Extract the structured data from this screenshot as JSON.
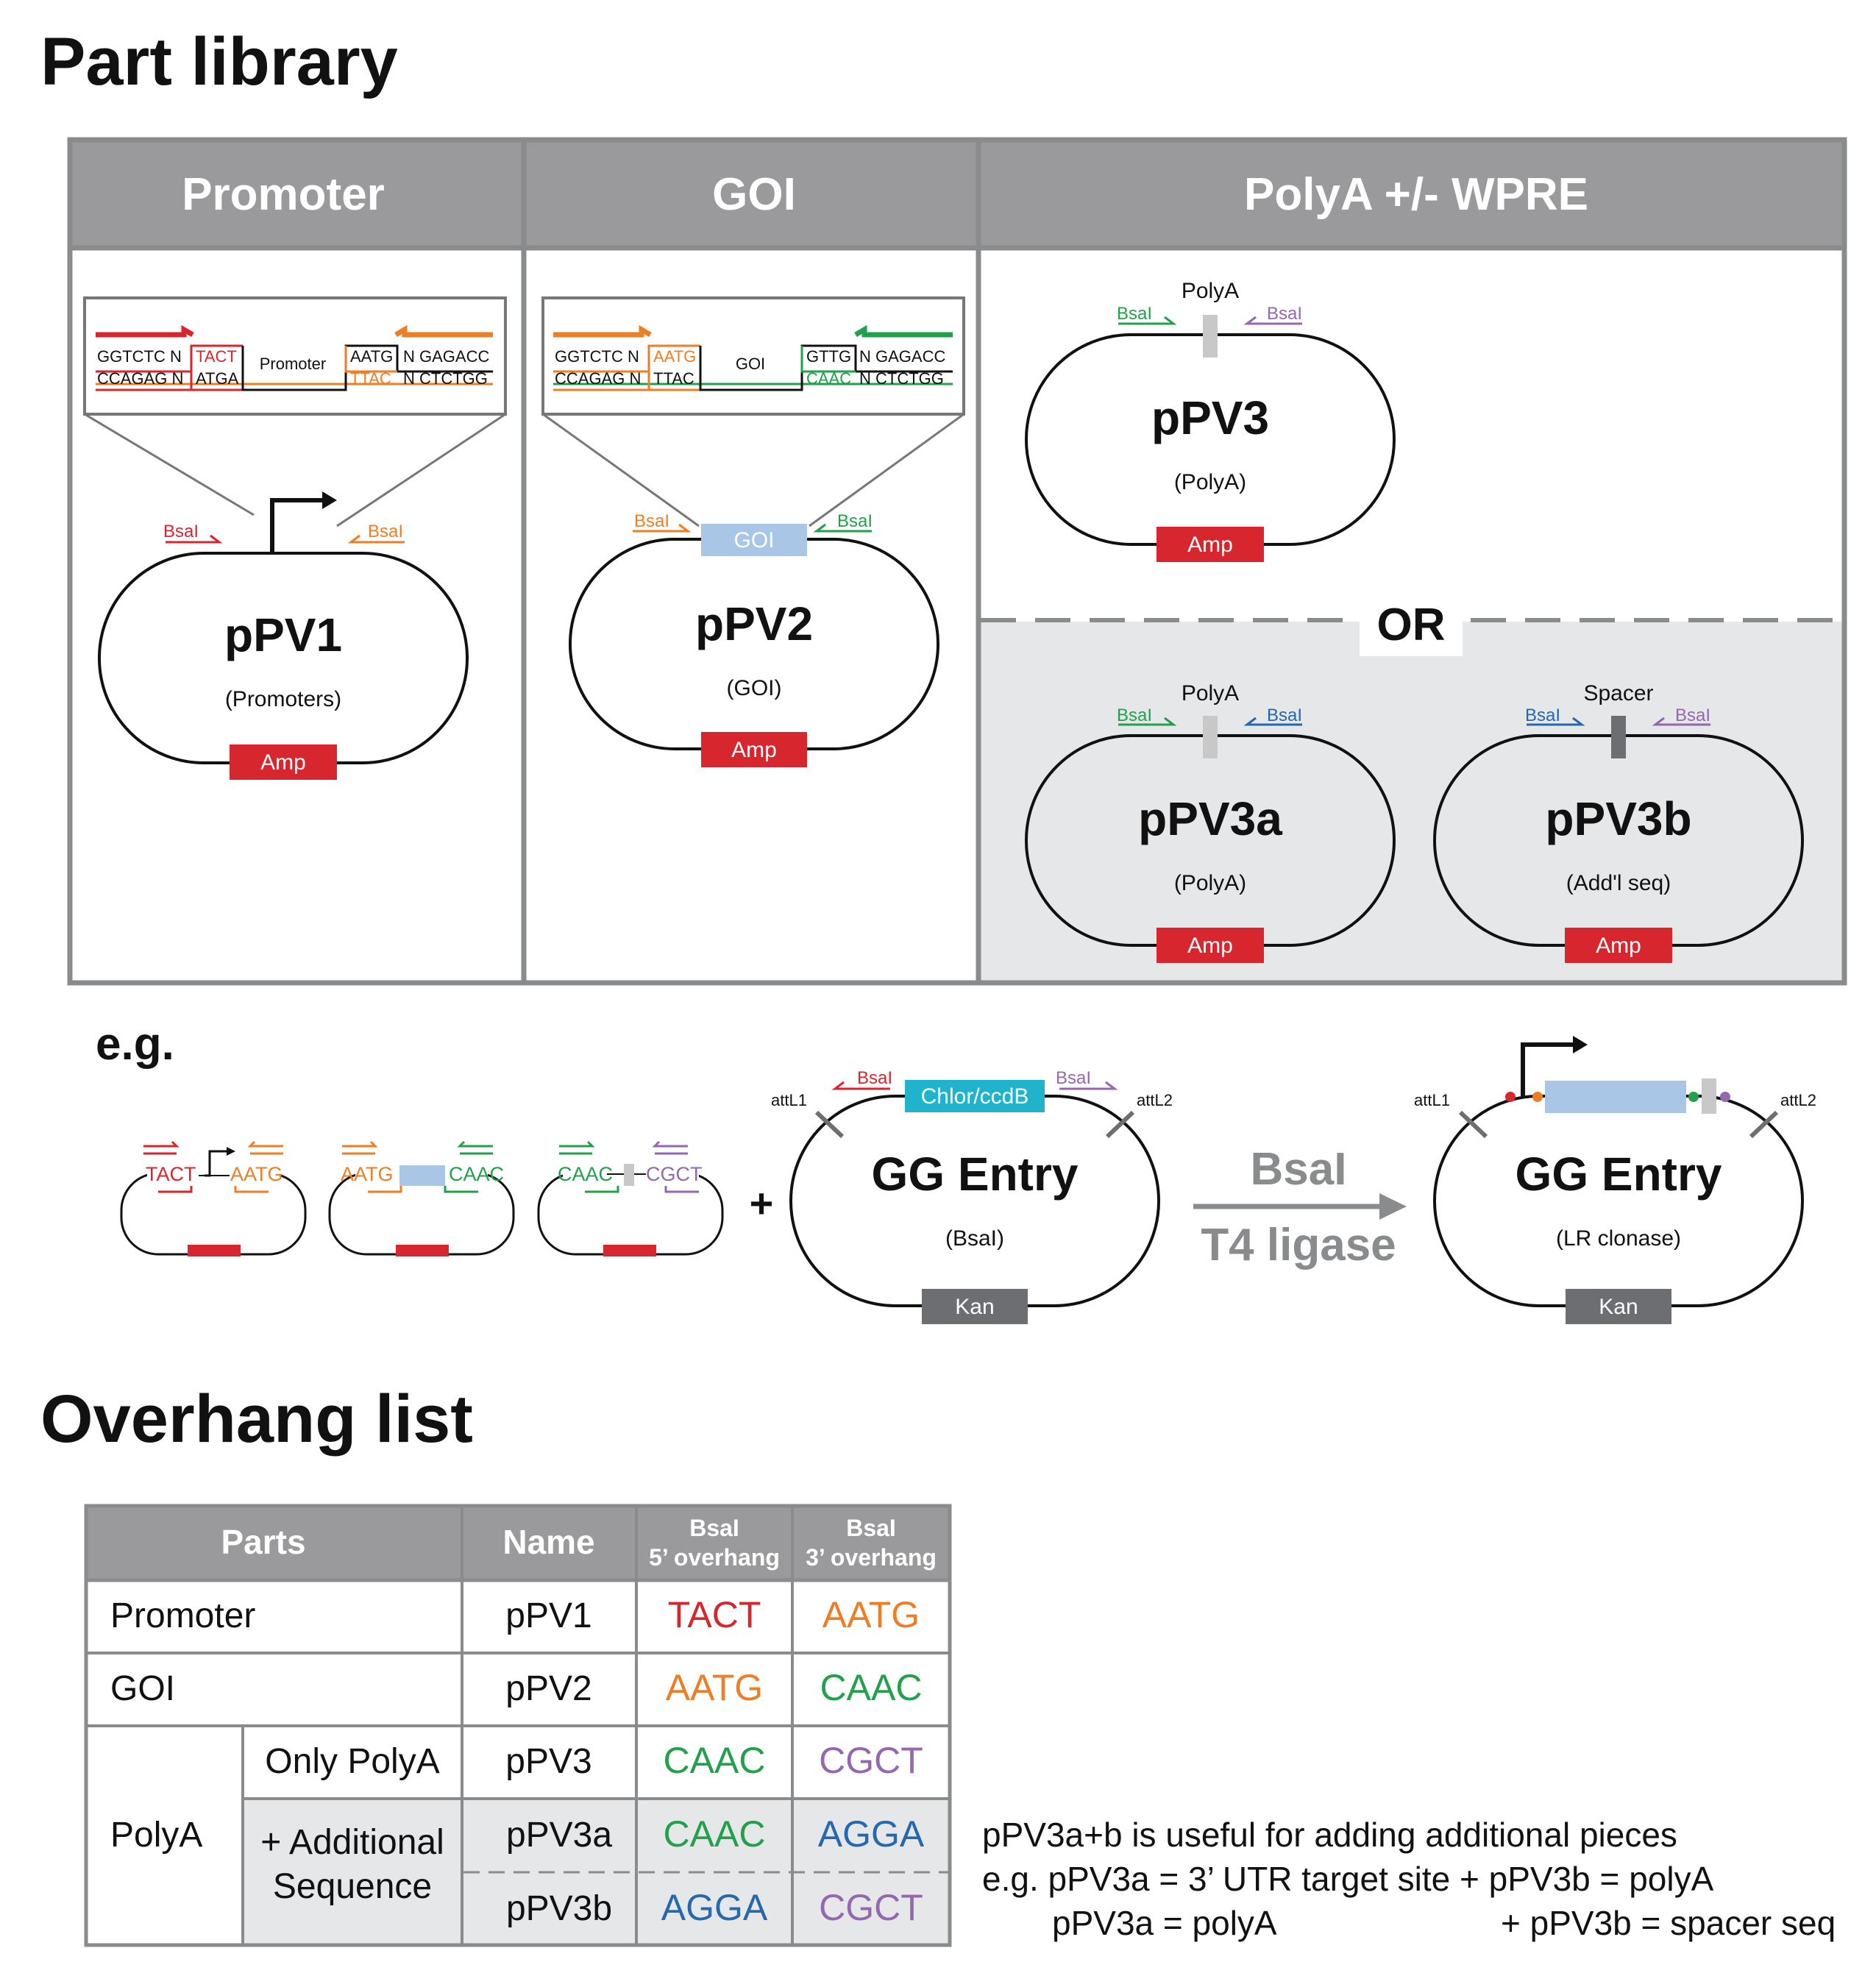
{
  "titles": {
    "part_library": "Part library",
    "overhang_list": "Overhang list",
    "eg": "e.g."
  },
  "columns": {
    "promoter": "Promoter",
    "goi": "GOI",
    "polya": "PolyA +/- WPRE"
  },
  "or_label": "OR",
  "bsai": "BsaI",
  "pPV1": {
    "name": "pPV1",
    "sub": "(Promoters)",
    "marker": "Amp",
    "insert_label": "Promoter",
    "seq": {
      "top_left": "GGTCTC N",
      "bot_left": "CCAGAG N",
      "top_ov": "TACT",
      "bot_ov": "ATGA",
      "top_right_ov": "AATG",
      "bot_right_ov": "TTAC",
      "top_right": "N GAGACC",
      "bot_right": "N CTCTGG"
    }
  },
  "pPV2": {
    "name": "pPV2",
    "sub": "(GOI)",
    "marker": "Amp",
    "insert_label": "GOI",
    "seq": {
      "top_left": "GGTCTC N",
      "bot_left": "CCAGAG N",
      "top_ov": "AATG",
      "bot_ov": "TTAC",
      "top_right_ov": "GTTG",
      "bot_right_ov": "CAAC",
      "top_right": "N GAGACC",
      "bot_right": "N CTCTGG"
    }
  },
  "pPV3": {
    "name": "pPV3",
    "sub": "(PolyA)",
    "marker": "Amp",
    "insert_label": "PolyA"
  },
  "pPV3a": {
    "name": "pPV3a",
    "sub": "(PolyA)",
    "marker": "Amp",
    "insert_label": "PolyA"
  },
  "pPV3b": {
    "name": "pPV3b",
    "sub": "(Add'l seq)",
    "marker": "Amp",
    "insert_label": "Spacer"
  },
  "example": {
    "mini": [
      {
        "left": "TACT",
        "right": "AATG"
      },
      {
        "left": "AATG",
        "right": "CAAC"
      },
      {
        "left": "CAAC",
        "right": "CGCT"
      }
    ],
    "plus": "+",
    "entry1": {
      "name": "GG Entry",
      "sub": "(BsaI)",
      "marker": "Kan",
      "cassette": "Chlor/ccdB",
      "attl1": "attL1",
      "attl2": "attL2"
    },
    "arrow_top": "BsaI",
    "arrow_bottom": "T4 ligase",
    "entry2": {
      "name": "GG Entry",
      "sub": "(LR clonase)",
      "marker": "Kan",
      "attl1": "attL1",
      "attl2": "attL2"
    }
  },
  "table": {
    "headers": {
      "parts": "Parts",
      "name": "Name",
      "bsai": "BsaI",
      "five": "5’ overhang",
      "three": "3’ overhang"
    },
    "rows": [
      {
        "part": "Promoter",
        "name": "pPV1",
        "five": "TACT",
        "three": "AATG"
      },
      {
        "part": "GOI",
        "name": "pPV2",
        "five": "AATG",
        "three": "CAAC"
      },
      {
        "part": "PolyA",
        "sub": "Only PolyA",
        "name": "pPV3",
        "five": "CAAC",
        "three": "CGCT"
      },
      {
        "sub": "+ Additional Sequence",
        "sub_line1": "+ Additional",
        "sub_line2": "Sequence",
        "name": "pPV3a",
        "five": "CAAC",
        "three": "AGGA"
      },
      {
        "name": "pPV3b",
        "five": "AGGA",
        "three": "CGCT"
      }
    ]
  },
  "note": {
    "line1": "pPV3a+b is useful for adding additional pieces",
    "line2": "e.g. pPV3a = 3’ UTR target site + pPV3b = polyA",
    "line3a": "pPV3a = polyA",
    "line3b": "+ pPV3b = spacer seq"
  },
  "colors": {
    "red": "#d7262d",
    "orange": "#ef7d23",
    "green": "#22a04b",
    "purple": "#9467b0",
    "blue": "#2468b0",
    "cyan": "#1fb4cc",
    "lightblue": "#a9c6e6",
    "gray_header": "#9a9a9c",
    "gray_bg": "#e6e7e9",
    "kan": "#6d6e71"
  }
}
